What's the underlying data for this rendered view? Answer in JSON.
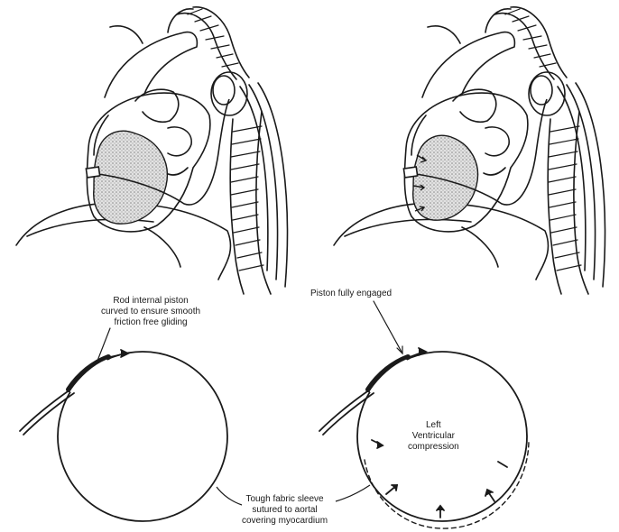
{
  "labels": {
    "piston_curved": {
      "line1": "Rod internal piston",
      "line2": "curved to ensure smooth",
      "line3": "friction free gliding"
    },
    "piston_engaged": "Piston fully engaged",
    "lv_compression": {
      "line1": "Left",
      "line2": "Ventricular",
      "line3": "compression"
    },
    "sleeve": {
      "line1": "Tough fabric sleeve",
      "line2": "sutured to aortal",
      "line3": "covering myocardium"
    }
  },
  "colors": {
    "ink": "#1a1a1a",
    "shading": "#bdbdbd",
    "background": "#ffffff"
  }
}
